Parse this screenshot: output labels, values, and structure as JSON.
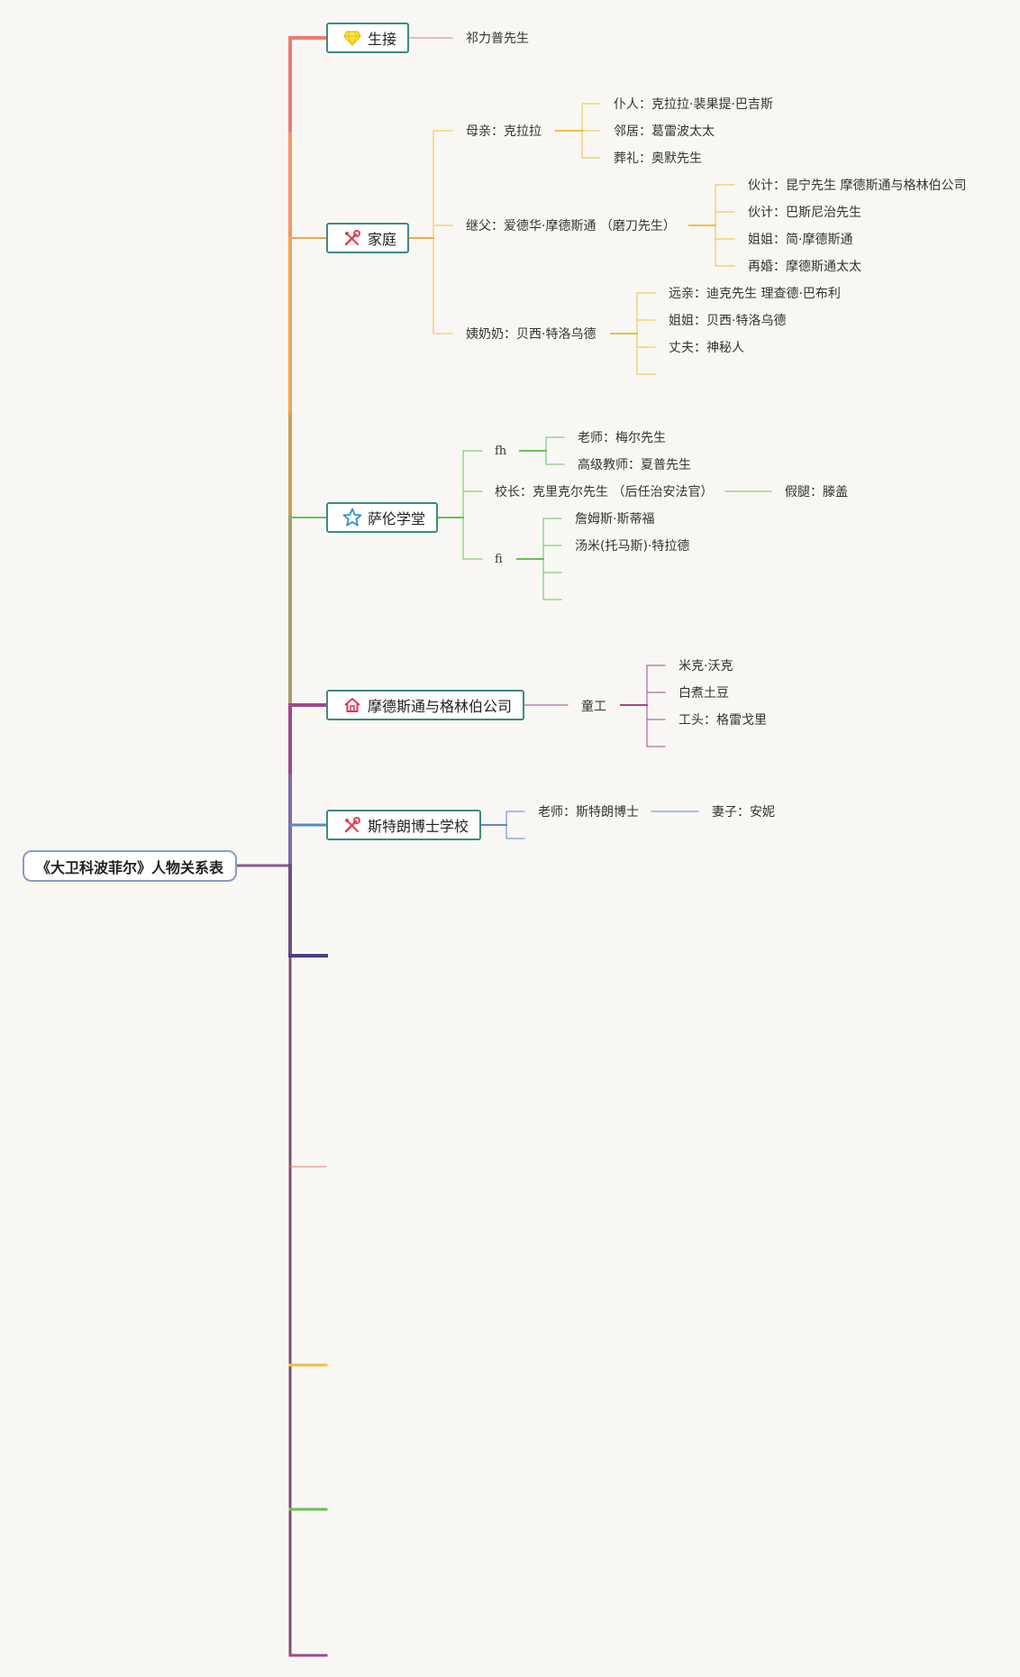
{
  "root": {
    "title": "《大卫科波菲尔》人物关系表"
  },
  "colors": {
    "red": "#ef7b72",
    "orange": "#f6a34a",
    "yellow": "#efbf3d",
    "green": "#6cbf5c",
    "purple": "#a2468b",
    "blue": "#5b86c8",
    "navy": "#4a3c8a",
    "box_border": "#3d8a84"
  },
  "branches": [
    {
      "label": "生接",
      "icon": "diamond-icon",
      "children": [
        {
          "label": "祁力普先生"
        }
      ]
    },
    {
      "label": "家庭",
      "icon": "tools-icon",
      "children": [
        {
          "label": "母亲：克拉拉",
          "children": [
            {
              "label": "仆人：克拉拉·裴果提·巴吉斯"
            },
            {
              "label": "邻居：葛雷波太太"
            },
            {
              "label": "葬礼：奥默先生"
            }
          ]
        },
        {
          "label": "继父：爱德华·摩德斯通 （磨刀先生）",
          "children": [
            {
              "label": "伙计：昆宁先生 摩德斯通与格林伯公司"
            },
            {
              "label": "伙计：巴斯尼治先生"
            },
            {
              "label": "姐姐：简·摩德斯通"
            },
            {
              "label": "再婚：摩德斯通太太"
            }
          ]
        },
        {
          "label": "姨奶奶：贝西·特洛乌德",
          "children": [
            {
              "label": "远亲：迪克先生 理查德·巴布利"
            },
            {
              "label": "姐姐：贝西·特洛乌德"
            },
            {
              "label": "丈夫：神秘人"
            },
            {
              "label": ""
            }
          ]
        }
      ]
    },
    {
      "label": "萨伦学堂",
      "icon": "star-icon",
      "children": [
        {
          "label": "fh",
          "children": [
            {
              "label": "老师：梅尔先生"
            },
            {
              "label": "高级教师：夏普先生"
            }
          ]
        },
        {
          "label": "校长：克里克尔先生 （后任治安法官）",
          "children": [
            {
              "label": "假腿：滕盖"
            }
          ]
        },
        {
          "label": "fi",
          "children": [
            {
              "label": "詹姆斯·斯蒂福"
            },
            {
              "label": "汤米(托马斯)·特拉德"
            },
            {
              "label": ""
            },
            {
              "label": ""
            }
          ]
        }
      ]
    },
    {
      "label": "摩德斯通与格林伯公司",
      "icon": "house-icon",
      "children": [
        {
          "label": "童工",
          "children": [
            {
              "label": "米克·沃克"
            },
            {
              "label": "白煮土豆"
            },
            {
              "label": "工头：格雷戈里"
            },
            {
              "label": ""
            }
          ]
        }
      ]
    },
    {
      "label": "斯特朗博士学校",
      "icon": "tools-icon",
      "children": [
        {
          "label": "老师：斯特朗博士",
          "children": [
            {
              "label": "妻子：安妮"
            }
          ]
        },
        {
          "label": ""
        }
      ]
    }
  ]
}
